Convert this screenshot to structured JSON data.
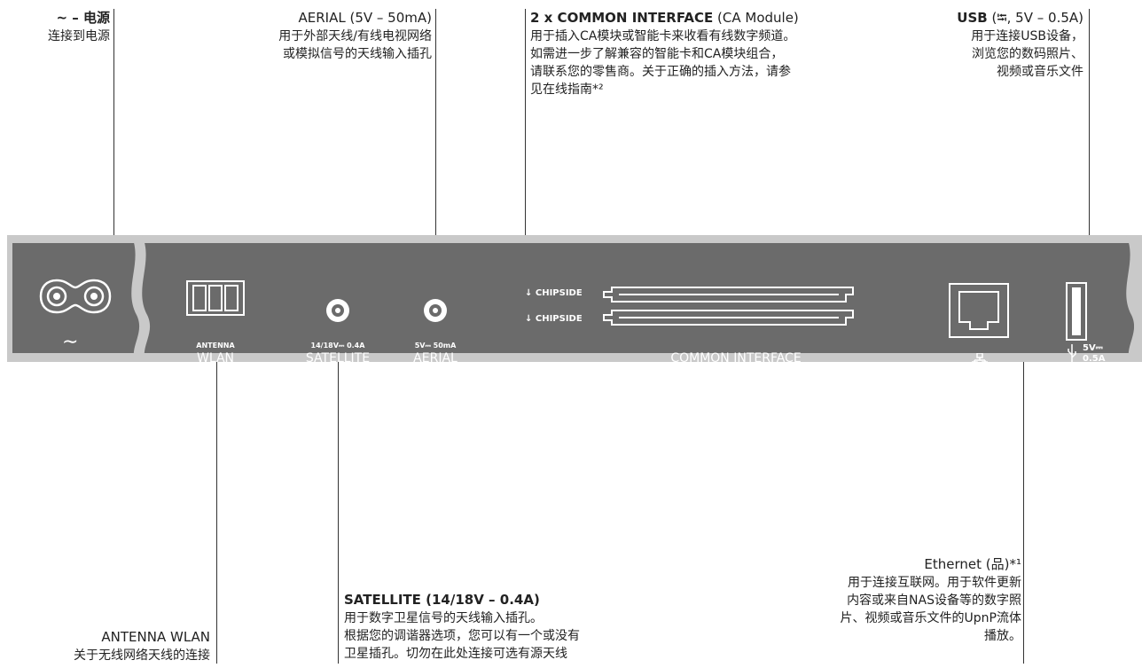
{
  "callouts": {
    "power": {
      "title": "~ – 电源",
      "desc": "连接到电源"
    },
    "aerial": {
      "title": "AERIAL (5V – 50mA)",
      "line1": "用于外部天线/有线电视网络",
      "line2": "或模拟信号的天线输入插孔"
    },
    "ci": {
      "title_bold": "2 x COMMON INTERFACE",
      "title_rest": " (CA Module)",
      "line1": "用于插入CA模块或智能卡来收看有线数字频道。",
      "line2": "如需进一步了解兼容的智能卡和CA模块组合，",
      "line3": "请联系您的零售商。关于正确的插入方法，请参",
      "line4": "见在线指南*²"
    },
    "usb": {
      "title_bold": "USB",
      "title_rest": " (⭾, 5V – 0.5A)",
      "line1": "用于连接USB设备，",
      "line2": "浏览您的数码照片、",
      "line3": "视频或音乐文件"
    },
    "ethernet": {
      "title": "Ethernet (品)*¹",
      "line1": "用于连接互联网。用于软件更新",
      "line2": "内容或来自NAS设备等的数字照",
      "line3": "片、视频或音乐文件的UpnP流体",
      "line4": "播放。"
    },
    "satellite": {
      "title": "SATELLITE (14/18V – 0.4A)",
      "line1": "用于数字卫星信号的天线输入插孔。",
      "line2": "根据您的调谐器选项，您可以有一个或没有",
      "line3": "卫星插孔。切勿在此处连接可选有源天线"
    },
    "wlan": {
      "title": "ANTENNA WLAN",
      "desc": "关于无线网络天线的连接"
    }
  },
  "panel": {
    "wlan_small": "ANTENNA",
    "wlan_big": "WLAN",
    "sat_small": "14/18V⎓ 0.4A",
    "sat_big": "SATELLITE",
    "aerial_small": "5V⎓ 50mA",
    "aerial_big": "AERIAL",
    "chipside_1": "↓ CHIPSIDE",
    "chipside_2": "↓ CHIPSIDE",
    "ci_label": "COMMON INTERFACE",
    "usb_label_1": "5V⎓",
    "usb_label_2": "0.5A",
    "power_symbol": "∼"
  },
  "colors": {
    "panel": "#6b6b6b",
    "panel_edge": "#c9c9c9",
    "text": "#222222",
    "port": "#ffffff"
  }
}
